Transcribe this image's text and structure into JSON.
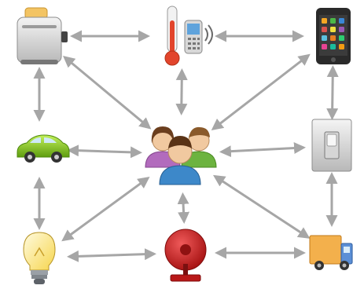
{
  "colors": {
    "background": "#ffffff",
    "arrow": "#a6a6a6",
    "people_green": "#6cb33f",
    "people_purple": "#b26bbd",
    "people_blue": "#3d88c9",
    "car": "#8bd11d",
    "bell": "#c91c1c",
    "truck_box": "#f3b04c",
    "truck_cab": "#5b8fd6"
  },
  "nodes": [
    {
      "id": "toaster",
      "icon": "toaster-icon"
    },
    {
      "id": "thermometer-phone",
      "icon": "thermometer-and-cellphone-icon"
    },
    {
      "id": "smartphone",
      "icon": "smartphone-icon"
    },
    {
      "id": "car",
      "icon": "car-icon"
    },
    {
      "id": "people",
      "icon": "people-group-icon"
    },
    {
      "id": "light-switch",
      "icon": "light-switch-icon"
    },
    {
      "id": "light-bulb",
      "icon": "light-bulb-icon"
    },
    {
      "id": "alarm-bell",
      "icon": "alarm-bell-icon"
    },
    {
      "id": "truck",
      "icon": "delivery-truck-icon"
    }
  ],
  "edges": [
    {
      "from": "toaster",
      "to": "thermometer-phone",
      "style": "double-arrow"
    },
    {
      "from": "thermometer-phone",
      "to": "smartphone",
      "style": "double-arrow"
    },
    {
      "from": "toaster",
      "to": "car",
      "style": "double-arrow"
    },
    {
      "from": "thermometer-phone",
      "to": "people",
      "style": "double-arrow"
    },
    {
      "from": "smartphone",
      "to": "light-switch",
      "style": "double-arrow"
    },
    {
      "from": "toaster",
      "to": "people",
      "style": "double-arrow"
    },
    {
      "from": "smartphone",
      "to": "people",
      "style": "double-arrow"
    },
    {
      "from": "car",
      "to": "people",
      "style": "double-arrow"
    },
    {
      "from": "people",
      "to": "light-switch",
      "style": "double-arrow"
    },
    {
      "from": "car",
      "to": "light-bulb",
      "style": "double-arrow"
    },
    {
      "from": "people",
      "to": "alarm-bell",
      "style": "double-arrow"
    },
    {
      "from": "light-switch",
      "to": "truck",
      "style": "double-arrow"
    },
    {
      "from": "light-bulb",
      "to": "people",
      "style": "double-arrow"
    },
    {
      "from": "truck",
      "to": "people",
      "style": "double-arrow"
    },
    {
      "from": "light-bulb",
      "to": "alarm-bell",
      "style": "double-arrow"
    },
    {
      "from": "alarm-bell",
      "to": "truck",
      "style": "double-arrow"
    }
  ]
}
